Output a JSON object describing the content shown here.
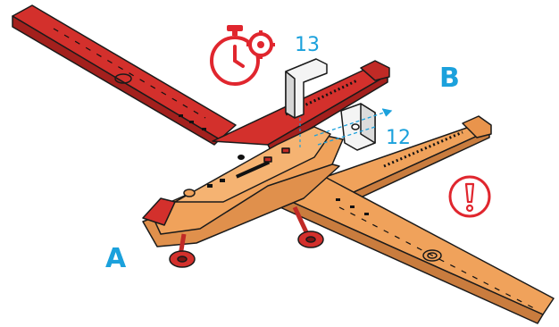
{
  "labels": {
    "a": "A",
    "b": "B",
    "step13": "13",
    "step12": "12"
  },
  "icons": {
    "timer": "stopwatch-gear-icon",
    "warning": "exclamation-circle-icon"
  },
  "colors": {
    "callout_blue": "#1ba1dc",
    "icon_red": "#e0262e",
    "wing_red": "#d3302c",
    "wing_orange": "#f0a25b",
    "outline": "#1a1a1a"
  }
}
